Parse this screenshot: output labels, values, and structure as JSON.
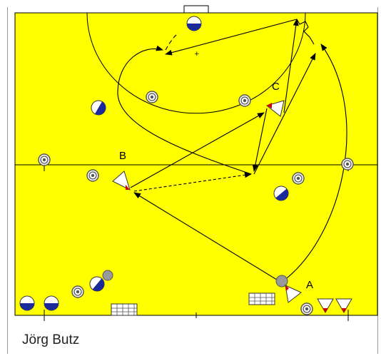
{
  "diagram": {
    "author": "Jörg Butz",
    "labels": {
      "a": "A",
      "b": "B",
      "c": "C"
    },
    "colors": {
      "field": "#ffff00",
      "lines": "#000000",
      "player_marker": "#ffffff",
      "player_tip": "#cc0000",
      "goalie_blue": "#1a2a9a",
      "ball": "#999999"
    },
    "icons": [
      "player-triangle-icon",
      "defender-circle-icon",
      "cone-icon",
      "ball-icon",
      "goal-icon",
      "run-arrow-icon",
      "pass-arrow-icon"
    ]
  }
}
